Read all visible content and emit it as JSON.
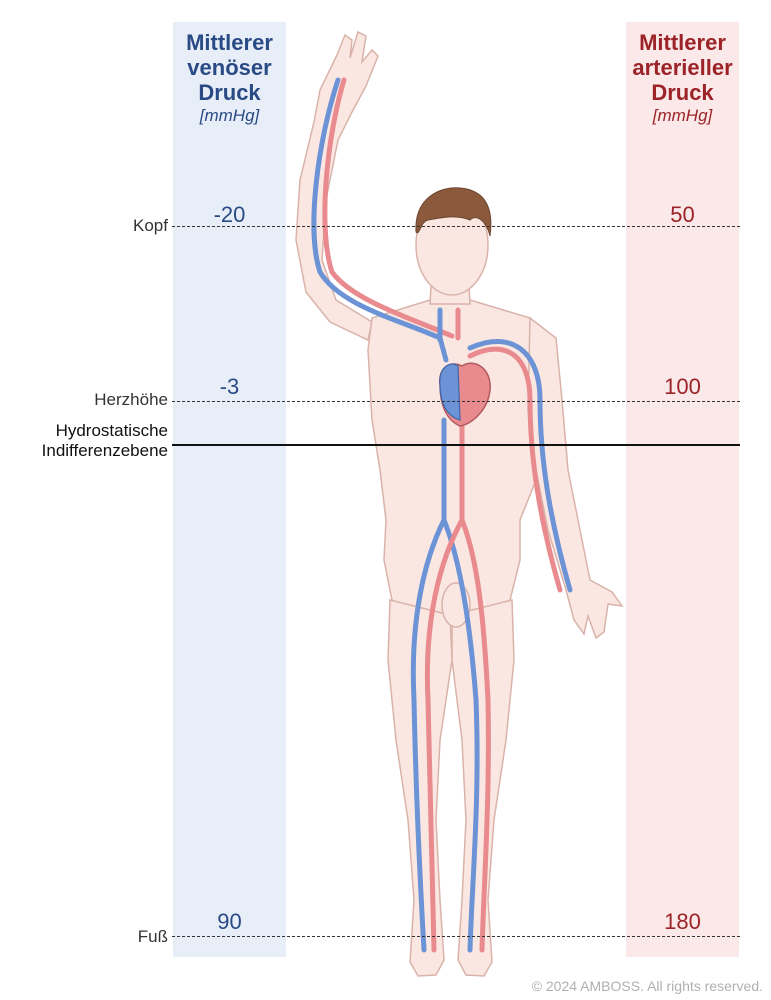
{
  "columns": {
    "venous": {
      "title_line1": "Mittlerer",
      "title_line2": "venöser",
      "title_line3": "Druck",
      "unit": "[mmHg]"
    },
    "arterial": {
      "title_line1": "Mittlerer",
      "title_line2": "arterieller",
      "title_line3": "Druck",
      "unit": "[mmHg]"
    }
  },
  "levels": {
    "head": {
      "label": "Kopf",
      "venous": "-20",
      "arterial": "50"
    },
    "heart": {
      "label": "Herzhöhe",
      "venous": "-3",
      "arterial": "100"
    },
    "foot": {
      "label": "Fuß",
      "venous": "90",
      "arterial": "180"
    }
  },
  "indifference": {
    "line1": "Hydrostatische",
    "line2": "Indifferenzebene"
  },
  "copyright": "© 2024 AMBOSS. All rights reserved.",
  "colors": {
    "venous": "#2a4a86",
    "arterial": "#9c2327",
    "vein_line": "#6b93d6",
    "artery_line": "#e98a8f",
    "skin": "#fbe7e1"
  }
}
